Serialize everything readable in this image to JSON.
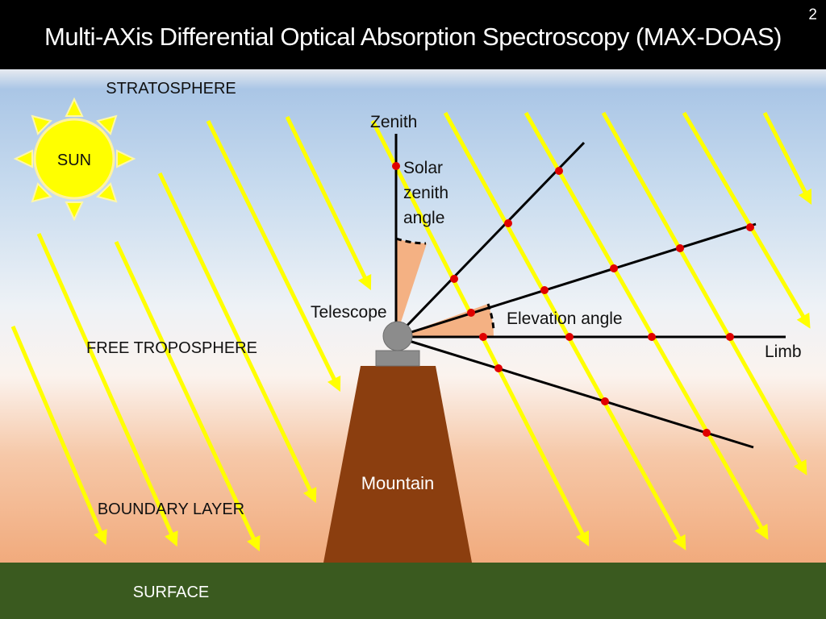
{
  "title": "Multi-AXis Differential Optical Absorption Spectroscopy (MAX-DOAS)",
  "page_number": "2",
  "labels": {
    "stratosphere": "STRATOSPHERE",
    "free_troposphere": "FREE TROPOSPHERE",
    "boundary_layer": "BOUNDARY LAYER",
    "surface": "SURFACE",
    "sun": "SUN",
    "zenith": "Zenith",
    "solar_zenith_angle": [
      "Solar",
      "zenith",
      "angle"
    ],
    "telescope": "Telescope",
    "elevation_angle": "Elevation angle",
    "limb": "Limb",
    "mountain": "Mountain"
  },
  "colors": {
    "sunlight": "#ffff00",
    "sun": "#ffff00",
    "sun_ring": "#fff7a8",
    "mountain": "#8b3e0f",
    "surface": "#3a5a1f",
    "angle_wedge": "#f4b183",
    "measurement_point": "#e00000",
    "telescope": "#8c8c8c"
  },
  "icons": {
    "sun": "sun-icon",
    "telescope": "telescope-icon"
  }
}
